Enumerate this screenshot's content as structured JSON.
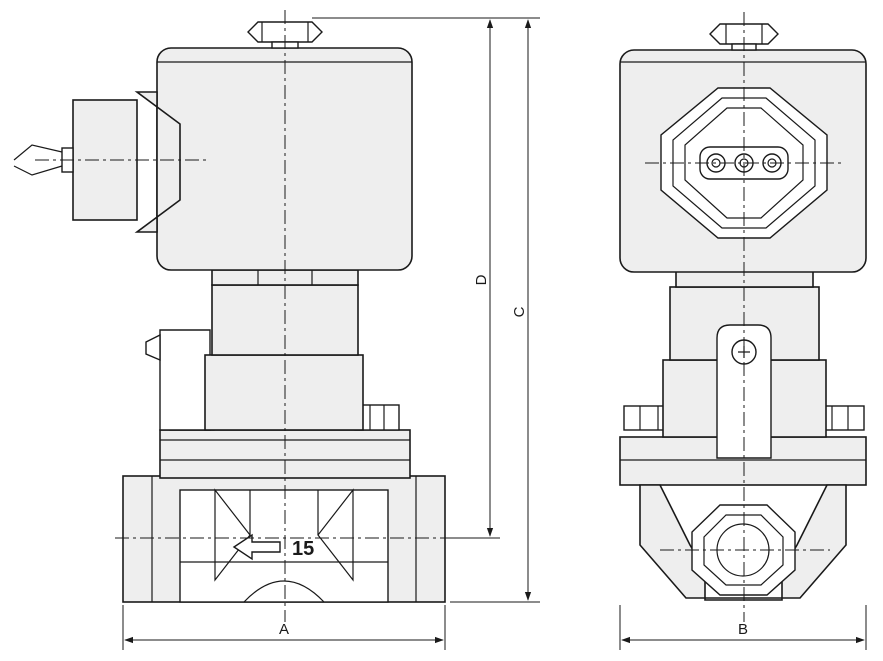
{
  "dimensions": {
    "width_label": "A",
    "depth_label": "B",
    "overall_height_label": "C",
    "body_height_label": "D"
  },
  "flow_marking": "15",
  "colors": {
    "line": "#1a1a1a",
    "fill": "#eeeeee",
    "background": "#ffffff"
  }
}
